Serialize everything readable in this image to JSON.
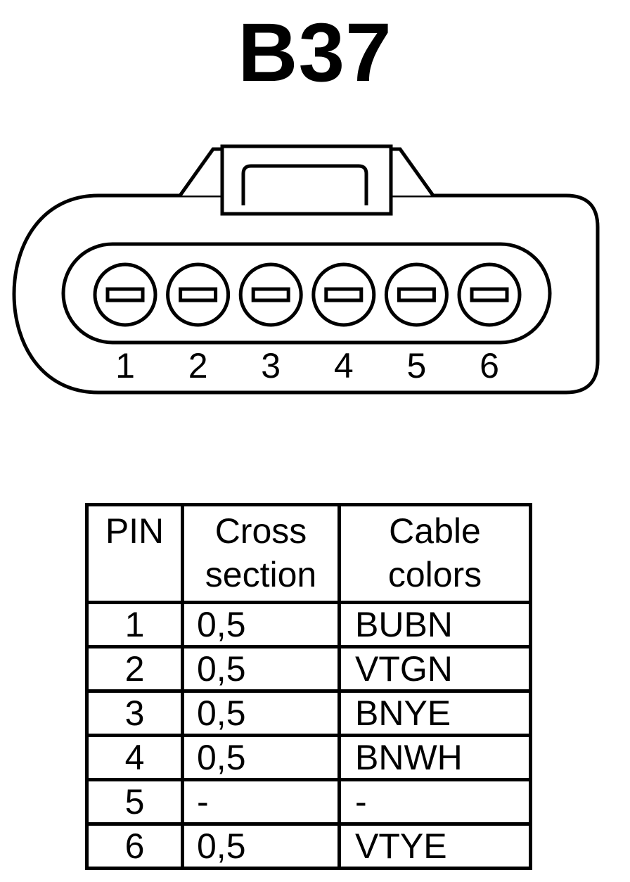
{
  "title": "B37",
  "connector": {
    "pins": [
      "1",
      "2",
      "3",
      "4",
      "5",
      "6"
    ]
  },
  "table": {
    "headers": {
      "pin": "PIN",
      "cross_section": [
        "Cross",
        "section"
      ],
      "cable_colors": [
        "Cable",
        "colors"
      ]
    },
    "rows": [
      {
        "pin": "1",
        "cross_section": "0,5",
        "color": "BUBN"
      },
      {
        "pin": "2",
        "cross_section": "0,5",
        "color": "VTGN"
      },
      {
        "pin": "3",
        "cross_section": "0,5",
        "color": "BNYE"
      },
      {
        "pin": "4",
        "cross_section": "0,5",
        "color": "BNWH"
      },
      {
        "pin": "5",
        "cross_section": "-",
        "color": "-"
      },
      {
        "pin": "6",
        "cross_section": "0,5",
        "color": "VTYE"
      }
    ]
  }
}
